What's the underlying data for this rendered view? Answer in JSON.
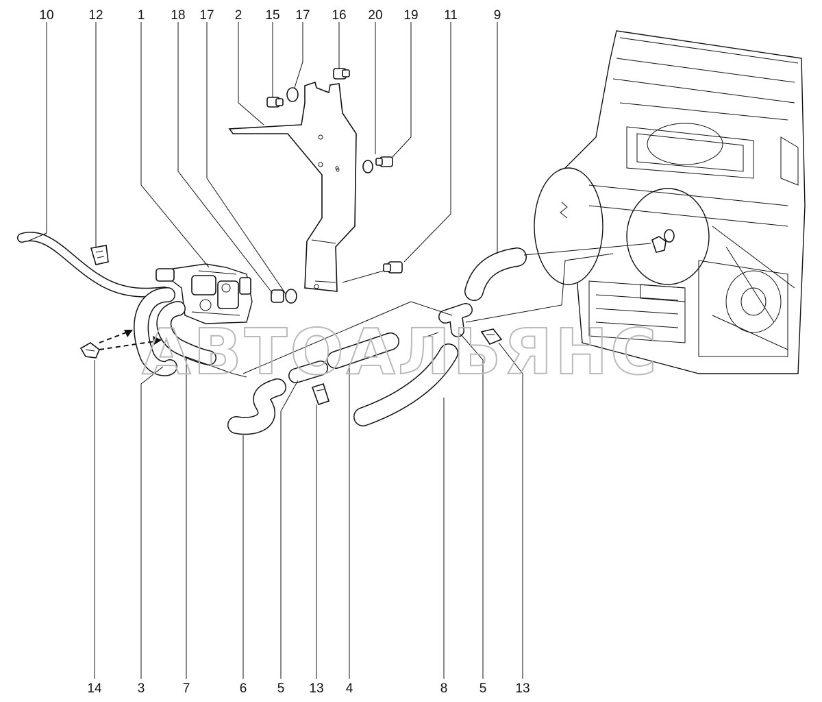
{
  "watermark": "АВТОАЛЬЯНС",
  "callouts_top": [
    "10",
    "12",
    "1",
    "18",
    "17",
    "2",
    "15",
    "17",
    "16",
    "20",
    "19",
    "11",
    "9"
  ],
  "callouts_bottom": [
    "14",
    "3",
    "7",
    "6",
    "5",
    "13",
    "4",
    "8",
    "5",
    "13"
  ]
}
